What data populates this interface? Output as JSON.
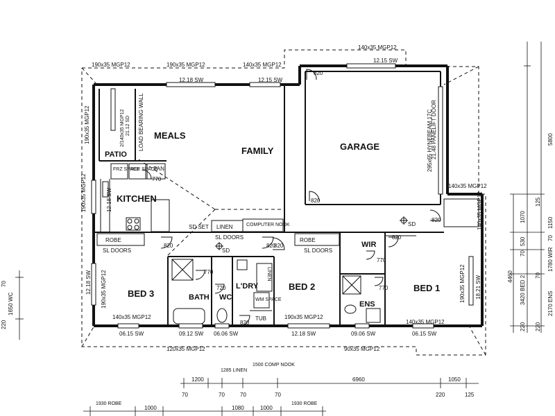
{
  "rooms": {
    "meals": "MEALS",
    "family": "FAMILY",
    "garage": "GARAGE",
    "patio": "PATIO",
    "kitchen": "KITCHEN",
    "frz_space": "FRZ SPACE",
    "ref_space": "REF SPACE",
    "pan": "PAN",
    "bed3": "BED 3",
    "bath": "BATH",
    "wc": "WC",
    "ldry": "L'DRY",
    "bed2": "BED 2",
    "ens": "ENS",
    "bed1": "BED 1",
    "wir": "WIR",
    "linen": "LINEN",
    "computer_nook": "COMPUTER NOOK",
    "robe_left": "ROBE",
    "robe_mid": "ROBE",
    "sl_doors_left": "SL DOORS",
    "sl_doors_mid": "SL DOORS",
    "sl_doors_top": "SL DOORS",
    "sd_set": "SD SET",
    "tub": "TUB",
    "wm_space": "WM SPACE",
    "linen_vertical": "LINEN",
    "load_bearing_wall": "LOAD BEARING WALL",
    "panelift_door": "21.48 PANELIFT DOOR",
    "hynebeam": "295x65 HYNEBEAM 17C"
  },
  "beams": {
    "top_1": "190x35 MGP12",
    "top_2": "190x35 MGP12",
    "top_3": "140x35 MGP12",
    "top_garage": "140x35 MGP12",
    "right_garage": "140x35 MGP12",
    "left_meals": "190x35 MGP12",
    "left_patio": "140x35 MGP12",
    "left_kitchen": "190x35 MGP12",
    "bed3_inner": "190x35 MGP12",
    "bed3_bottom": "140x35 MGP12",
    "bed2_bottom": "190x35 MGP12",
    "bed1_bottom": "140x35 MGP12",
    "bed1_side": "190x35 MGP12",
    "bottom_1": "120x35 MGP12",
    "bottom_2": "90x35 MGP12",
    "garage_side": "140x35 MGP12"
  },
  "windows": {
    "meals_top": "12.18 SW",
    "family_top": "12.15 SW",
    "garage_top": "12.15 SW",
    "kitchen_left": "12.18 SW",
    "bed3_left": "12.18 SW",
    "patio_sd": "21.12 SD",
    "patio_sd_beam": "2/140x35 MGP12",
    "bed3_bottom": "06.15 SW",
    "bath_bottom": "09.12 SW",
    "wc_bottom": "06.06 SW",
    "bed2_bottom": "12.18 SW",
    "ens_bottom": "09.06 SW",
    "bed1_bottom": "06.15 SW",
    "bed1_right": "18.21 SW"
  },
  "doors": {
    "garage_top": "820",
    "garage_bottom": "820",
    "garage_right": "820",
    "hall_left": "820",
    "hall_mid": "820",
    "bed2": "820",
    "bed1": "820",
    "wir": "770",
    "ens": "770",
    "ldry": "820",
    "bath": "770",
    "wc": "720",
    "pan": "770",
    "sd_left": "SD",
    "sd_right": "SD"
  },
  "right_dims": {
    "a": "125",
    "b": "1070",
    "c": "530",
    "d": "70",
    "e": "3420 BED 2",
    "f": "220",
    "g": "1150",
    "h": "70",
    "i": "1780 WIR",
    "j": "70",
    "k": "2170 ENS",
    "l": "220",
    "m": "5800",
    "n": "4460"
  },
  "left_dims": {
    "a": "70",
    "b": "1650 WC",
    "c": "220"
  },
  "bottom_dims": {
    "row1": [
      "1200",
      "1285 LINEN",
      "1500 COMP NOOK",
      "6960",
      "1050"
    ],
    "row1_under": [
      "70",
      "70",
      "70",
      "70",
      "220",
      "125"
    ],
    "row2": [
      "1930 ROBE",
      "1000",
      "1080",
      "1000",
      "1930 ROBE"
    ]
  }
}
